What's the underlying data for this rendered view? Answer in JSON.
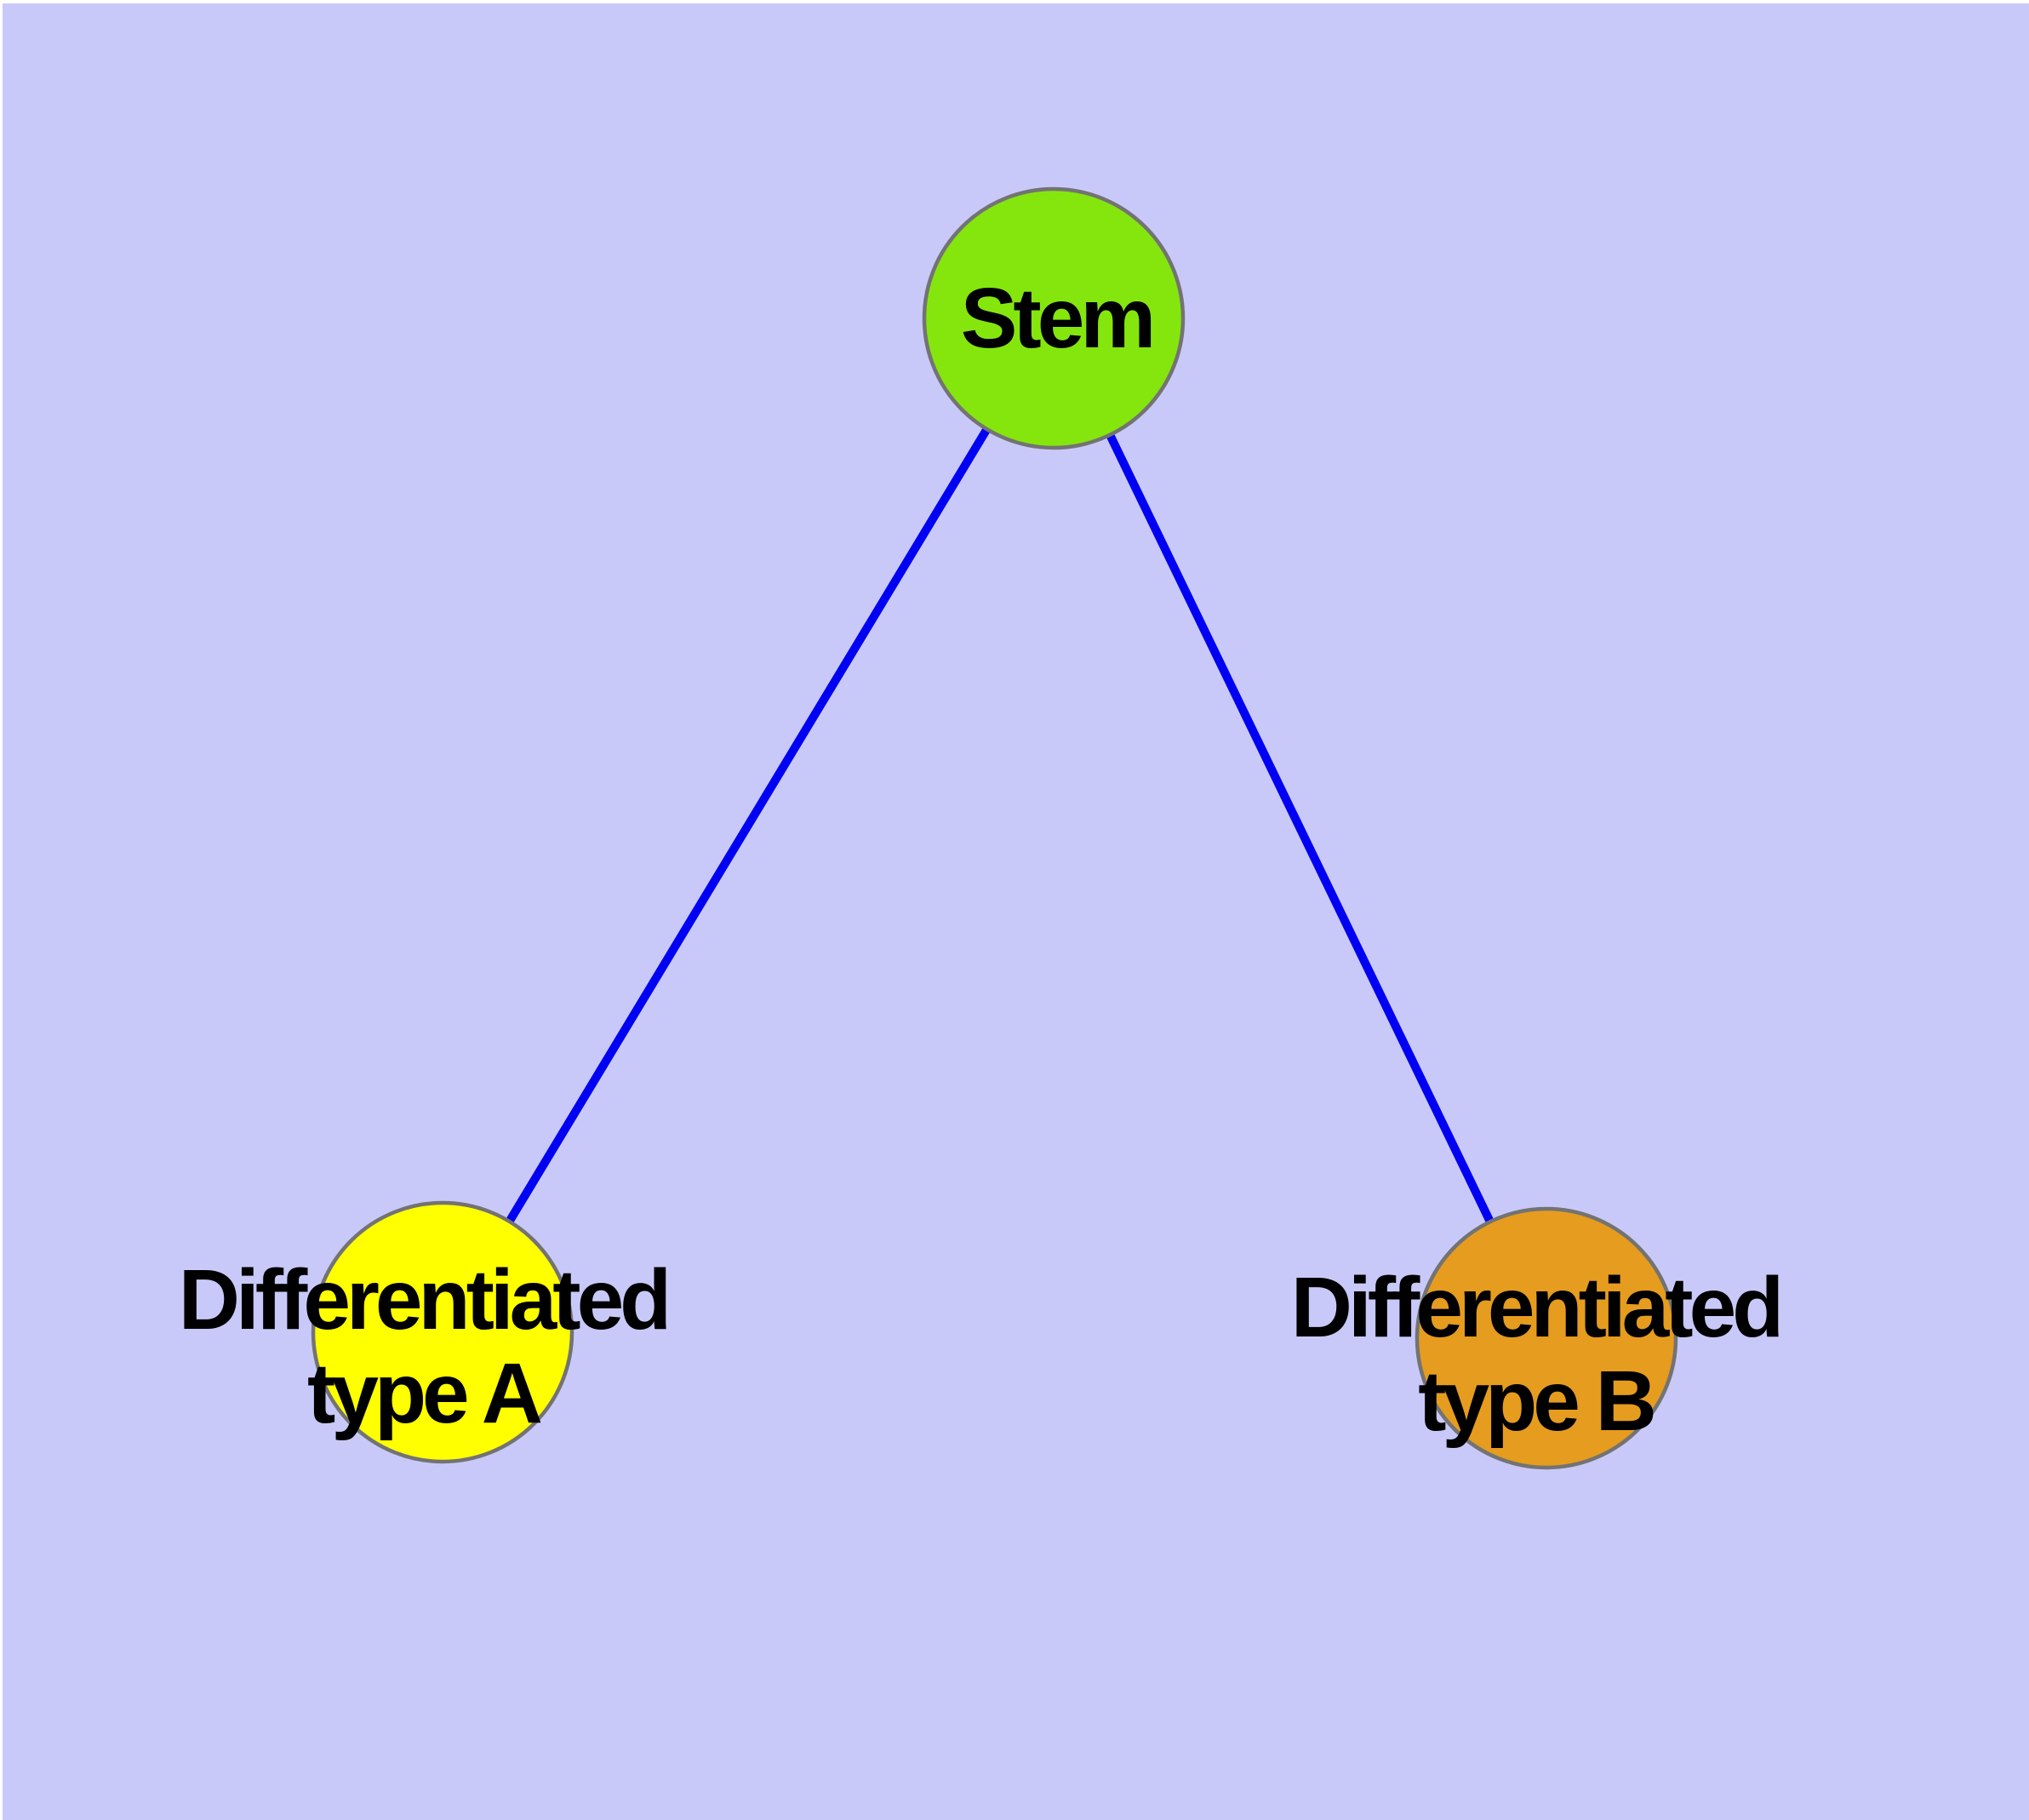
{
  "colors": {
    "background": "#c9c9f9",
    "page_margin": "#ffffff",
    "edge": "#0000f2",
    "node_border": "#737373",
    "label_text": "#000000"
  },
  "nodes": {
    "stem": {
      "label": "Stem",
      "fill": "#85e60e"
    },
    "type_a": {
      "label": "Differentiated\ntype A",
      "fill": "#ffff00"
    },
    "type_b": {
      "label": "Differentiated\ntype B",
      "fill": "#e69c1e"
    }
  },
  "edges": [
    {
      "from": "stem",
      "to": "type_a"
    },
    {
      "from": "stem",
      "to": "type_b"
    }
  ]
}
